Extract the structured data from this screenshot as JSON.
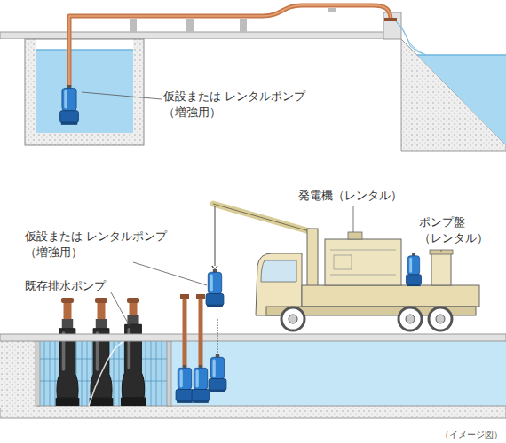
{
  "diagram": {
    "labels": [
      "仮設または レンタルポンプ（増強用）",
      "発電機（レンタル）",
      "ポンプ盤 （レンタル）",
      "仮設または レンタルポンプ（増強用）",
      "既存排水ポンプ",
      "（イメージ図）"
    ]
  }
}
